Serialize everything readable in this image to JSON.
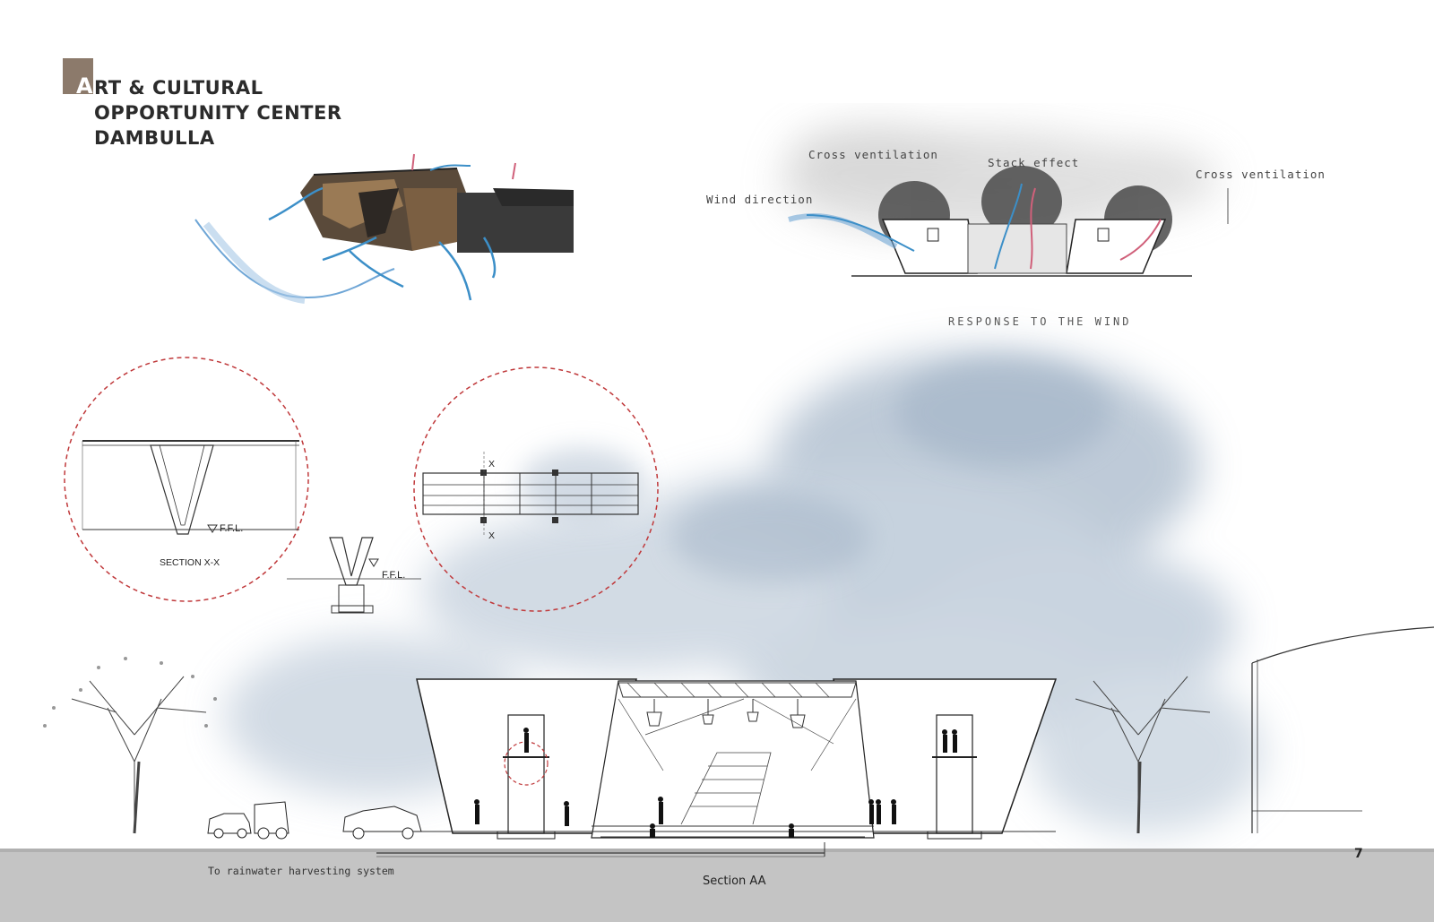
{
  "title": {
    "initial": "A",
    "line1": "RT & CULTURAL",
    "line2": "OPPORTUNITY CENTER",
    "line3": "DAMBULLA"
  },
  "wind_diagram": {
    "labels": {
      "wind_direction": "Wind direction",
      "cross_ventilation_left": "Cross ventilation",
      "stack_effect": "Stack effect",
      "cross_ventilation_right": "Cross ventilation"
    },
    "caption": "RESPONSE TO THE WIND"
  },
  "details": {
    "section_xx_label": "SECTION X-X",
    "ffl_label": "F.F.L.",
    "marker_x": "X"
  },
  "section": {
    "rainwater_label": "To rainwater harvesting system",
    "section_label": "Section AA"
  },
  "page_number": "7",
  "colors": {
    "accent_brown": "#8c7a6b",
    "wind_blue": "#3c8fc8",
    "detail_red": "#c0393b",
    "ground_grey": "#bdbdbd",
    "watercolor_blue": "#b8c6d6"
  }
}
